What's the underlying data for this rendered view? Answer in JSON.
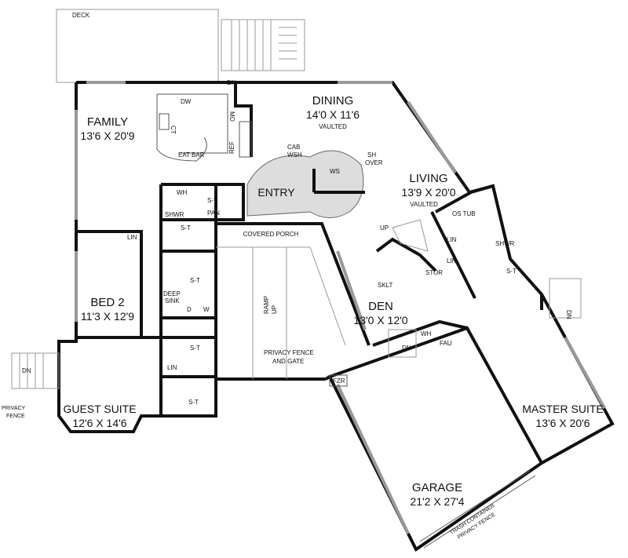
{
  "rooms": {
    "deck": "DECK",
    "family": {
      "name": "FAMILY",
      "size": "13'6 X 20'9"
    },
    "dining": {
      "name": "DINING",
      "size": "14'0 X 11'6",
      "note": "VAULTED"
    },
    "living": {
      "name": "LIVING",
      "size": "13'9 X 20'0",
      "note": "VAULTED"
    },
    "entry": "ENTRY",
    "covered_porch": "COVERED PORCH",
    "bed2": {
      "name": "BED 2",
      "size": "11'3 X 12'9"
    },
    "den": {
      "name": "DEN",
      "size": "13'0 X 12'0"
    },
    "guest_suite": {
      "name": "GUEST SUITE",
      "size": "12'6 X 14'6"
    },
    "master_suite": {
      "name": "MASTER SUITE",
      "size": "13'6 X 20'6"
    },
    "garage": {
      "name": "GARAGE",
      "size": "21'2 X 27'4"
    }
  },
  "labels": {
    "dn_deck": "DN",
    "dw": "DW",
    "ct": "CT",
    "mo": "MO",
    "ref": "REF",
    "eat_bar": "EAT BAR",
    "cab_wsh": [
      "CAB",
      "WSH"
    ],
    "ws": "WS",
    "sh_over": [
      "SH",
      "OVER"
    ],
    "wh": "WH",
    "shwr": "SHWR",
    "st": "S-T",
    "pan": "PAN",
    "lin": "LIN",
    "deep_sink": [
      "DEEP",
      "SINK"
    ],
    "d": "D",
    "w": "W",
    "up": "UP",
    "os_tub": "OS TUB",
    "stor": "STOR",
    "sklt": "SKLT",
    "ramp_up": [
      "RAMP",
      "UP"
    ],
    "privacy_fence_gate": [
      "PRIVACY FENCE",
      "AND GATE"
    ],
    "dn": "DN",
    "fau": "FAU",
    "fzr": "FZR",
    "privacy_fence": [
      "PRIVACY",
      "FENCE"
    ],
    "trash": [
      "TRASH CONTAINER",
      "PRIVACY FENCE"
    ]
  }
}
